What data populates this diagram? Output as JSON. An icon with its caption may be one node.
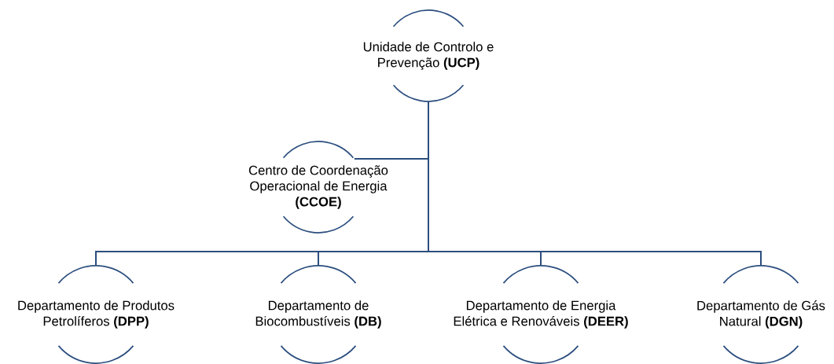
{
  "diagram": {
    "nodes": [
      {
        "text": [
          "Unidade de Controlo e Prevenção **(UCP)**"
        ]
      },
      {
        "text": [
          "Centro de Coordenação Operacional de Energia **(CCOE)**"
        ]
      },
      {
        "text": [
          "Departamento de Produtos Petrolíferos **(DPP)**"
        ]
      },
      {
        "text": [
          "Departamento de Biocombustíveis **(DB)**"
        ]
      },
      {
        "text": [
          "Departamento de Energia Elétrica e Renováveis **(DEER)**"
        ]
      },
      {
        "text": [
          "Departamento de Gás Natural **(DGN)**"
        ]
      }
    ],
    "edges": [
      {
        "from": 0,
        "to": 1,
        "arrow": "none"
      },
      {
        "from": 0,
        "to": 2,
        "arrow": "none"
      },
      {
        "from": 0,
        "to": 3,
        "arrow": "none"
      },
      {
        "from": 0,
        "to": 4,
        "arrow": "none"
      },
      {
        "from": 0,
        "to": 5,
        "arrow": "none"
      }
    ]
  }
}
